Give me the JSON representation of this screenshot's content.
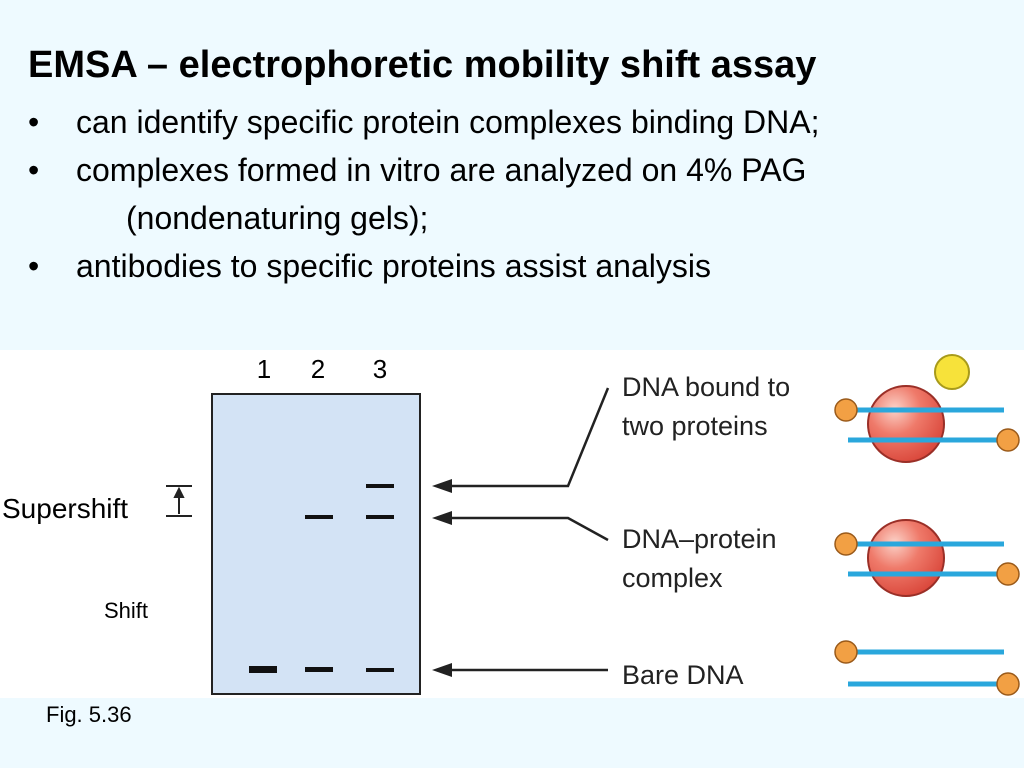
{
  "slide": {
    "title": "EMSA – electrophoretic mobility shift assay",
    "bullets": [
      {
        "marker": "•",
        "text": "can identify specific protein complexes binding DNA;"
      },
      {
        "marker": "•",
        "text": "complexes formed in vitro are analyzed on 4% PAG",
        "continuation": "(nondenaturing gels);"
      },
      {
        "marker": "•",
        "text": "antibodies to specific proteins assist analysis"
      }
    ],
    "caption": "Fig. 5.36"
  },
  "figure": {
    "lanes": [
      "1",
      "2",
      "3"
    ],
    "labels": {
      "supershift": "Supershift",
      "shift": "Shift",
      "two_proteins_line1": "DNA bound to",
      "two_proteins_line2": "two proteins",
      "complex_line1": "DNA–protein",
      "complex_line2": "complex",
      "bare_dna": "Bare DNA"
    },
    "colors": {
      "gel": "#d3e3f5",
      "protein": "#e8584a",
      "second_protein": "#f7e23a",
      "dna": "#2aa7dc",
      "dna_end": "#f2a044"
    }
  }
}
